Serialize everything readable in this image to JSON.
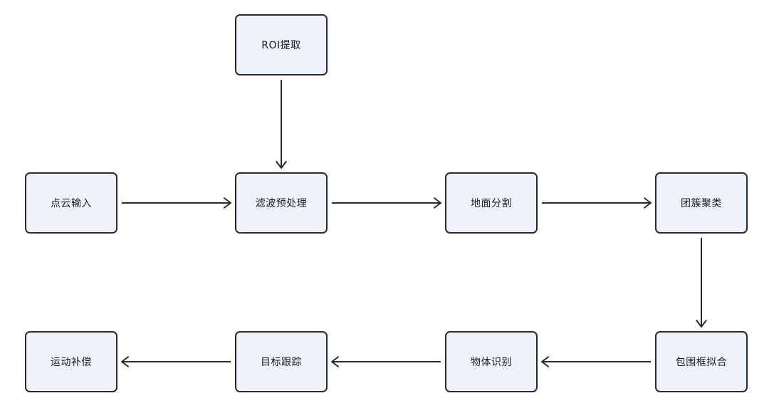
{
  "diagram": {
    "nodes": {
      "roi": "ROI提取",
      "input": "点云输入",
      "filter": "滤波预处理",
      "ground": "地面分割",
      "cluster": "团簇聚类",
      "bbox": "包围框拟合",
      "recognition": "物体识别",
      "tracking": "目标跟踪",
      "compensation": "运动补偿"
    },
    "edges": [
      {
        "from": "roi",
        "to": "filter"
      },
      {
        "from": "input",
        "to": "filter"
      },
      {
        "from": "filter",
        "to": "ground"
      },
      {
        "from": "ground",
        "to": "cluster"
      },
      {
        "from": "cluster",
        "to": "bbox"
      },
      {
        "from": "bbox",
        "to": "recognition"
      },
      {
        "from": "recognition",
        "to": "tracking"
      },
      {
        "from": "tracking",
        "to": "compensation"
      }
    ],
    "colors": {
      "node_fill": "#eef2fb",
      "stroke": "#2b2b2b"
    }
  }
}
